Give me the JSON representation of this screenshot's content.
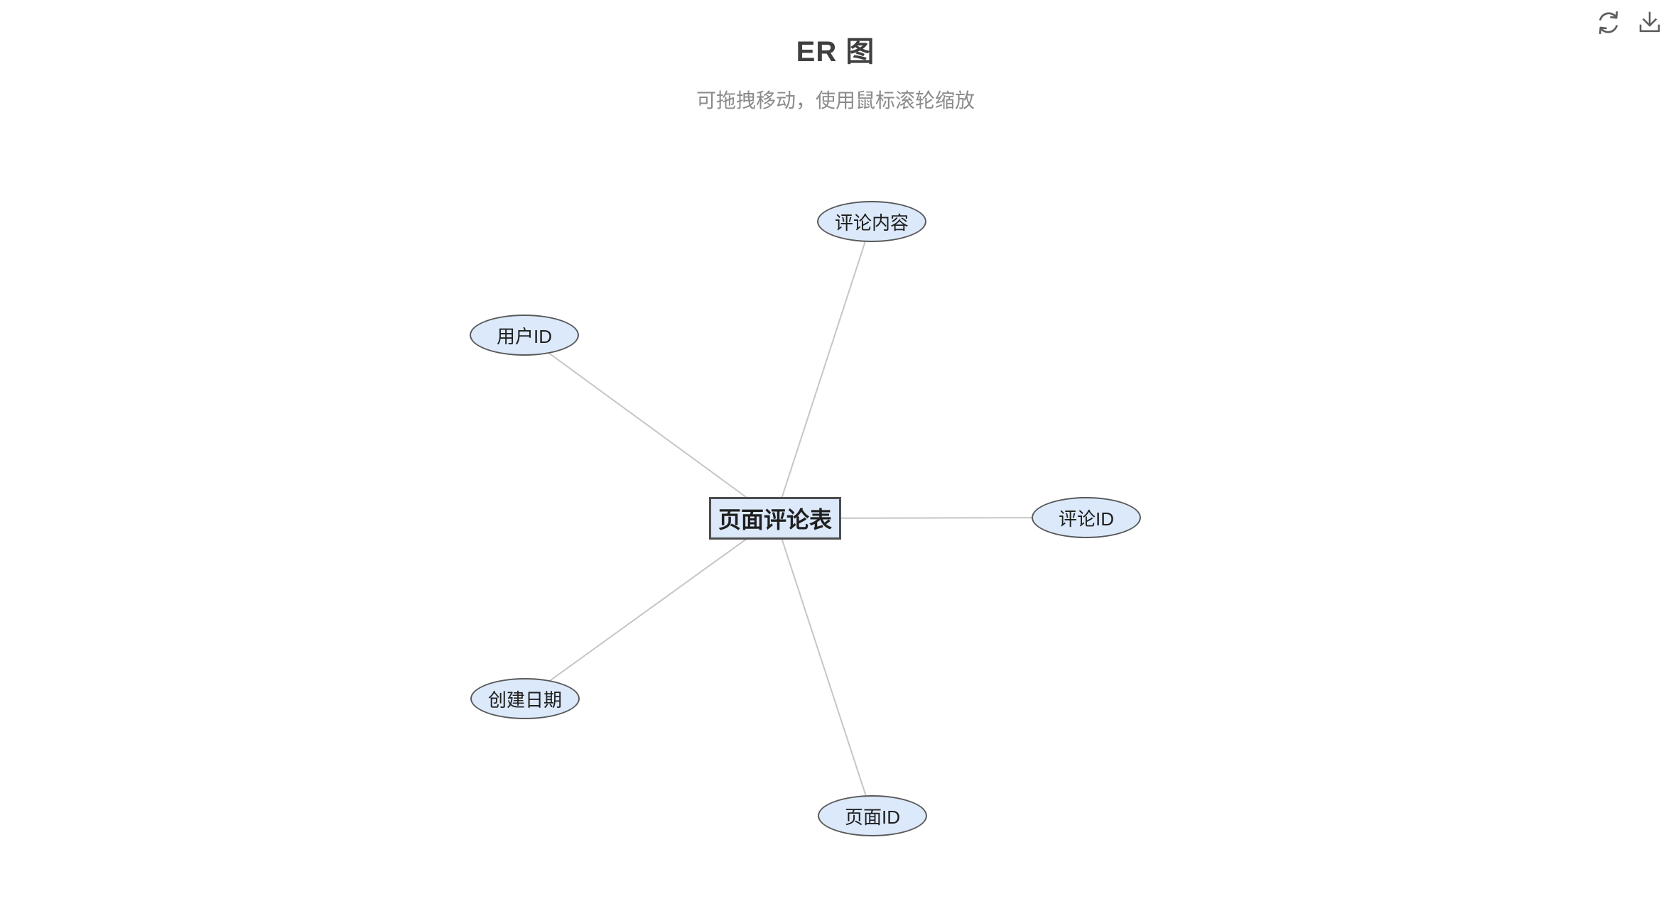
{
  "header": {
    "title": "ER 图",
    "subtitle": "可拖拽移动，使用鼠标滚轮缩放"
  },
  "toolbar": {
    "icons": [
      {
        "name": "refresh-icon",
        "glyph": "circular-arrows",
        "color": "#5d5d5d"
      },
      {
        "name": "download-icon",
        "glyph": "arrow-down-into-tray",
        "color": "#5d5d5d"
      }
    ]
  },
  "diagram": {
    "entity": {
      "label": "页面评论表",
      "shape": "rectangle"
    },
    "attributes": [
      {
        "label": "评论内容",
        "shape": "ellipse",
        "position": "top"
      },
      {
        "label": "用户ID",
        "shape": "ellipse",
        "position": "upper-left"
      },
      {
        "label": "评论ID",
        "shape": "ellipse",
        "position": "right"
      },
      {
        "label": "创建日期",
        "shape": "ellipse",
        "position": "lower-left"
      },
      {
        "label": "页面ID",
        "shape": "ellipse",
        "position": "bottom"
      }
    ],
    "edges": [
      {
        "from": "页面评论表",
        "to": "评论内容"
      },
      {
        "from": "页面评论表",
        "to": "用户ID"
      },
      {
        "from": "页面评论表",
        "to": "评论ID"
      },
      {
        "from": "页面评论表",
        "to": "创建日期"
      },
      {
        "from": "页面评论表",
        "to": "页面ID"
      }
    ],
    "colors": {
      "node_fill": "#dbe9fb",
      "node_border": "#595959",
      "entity_border": "#4d4d4d",
      "edge": "#c6c6c6",
      "title_text": "#3f3f3f",
      "subtitle_text": "#8b8b8b",
      "node_text": "#1f1f1f"
    }
  }
}
